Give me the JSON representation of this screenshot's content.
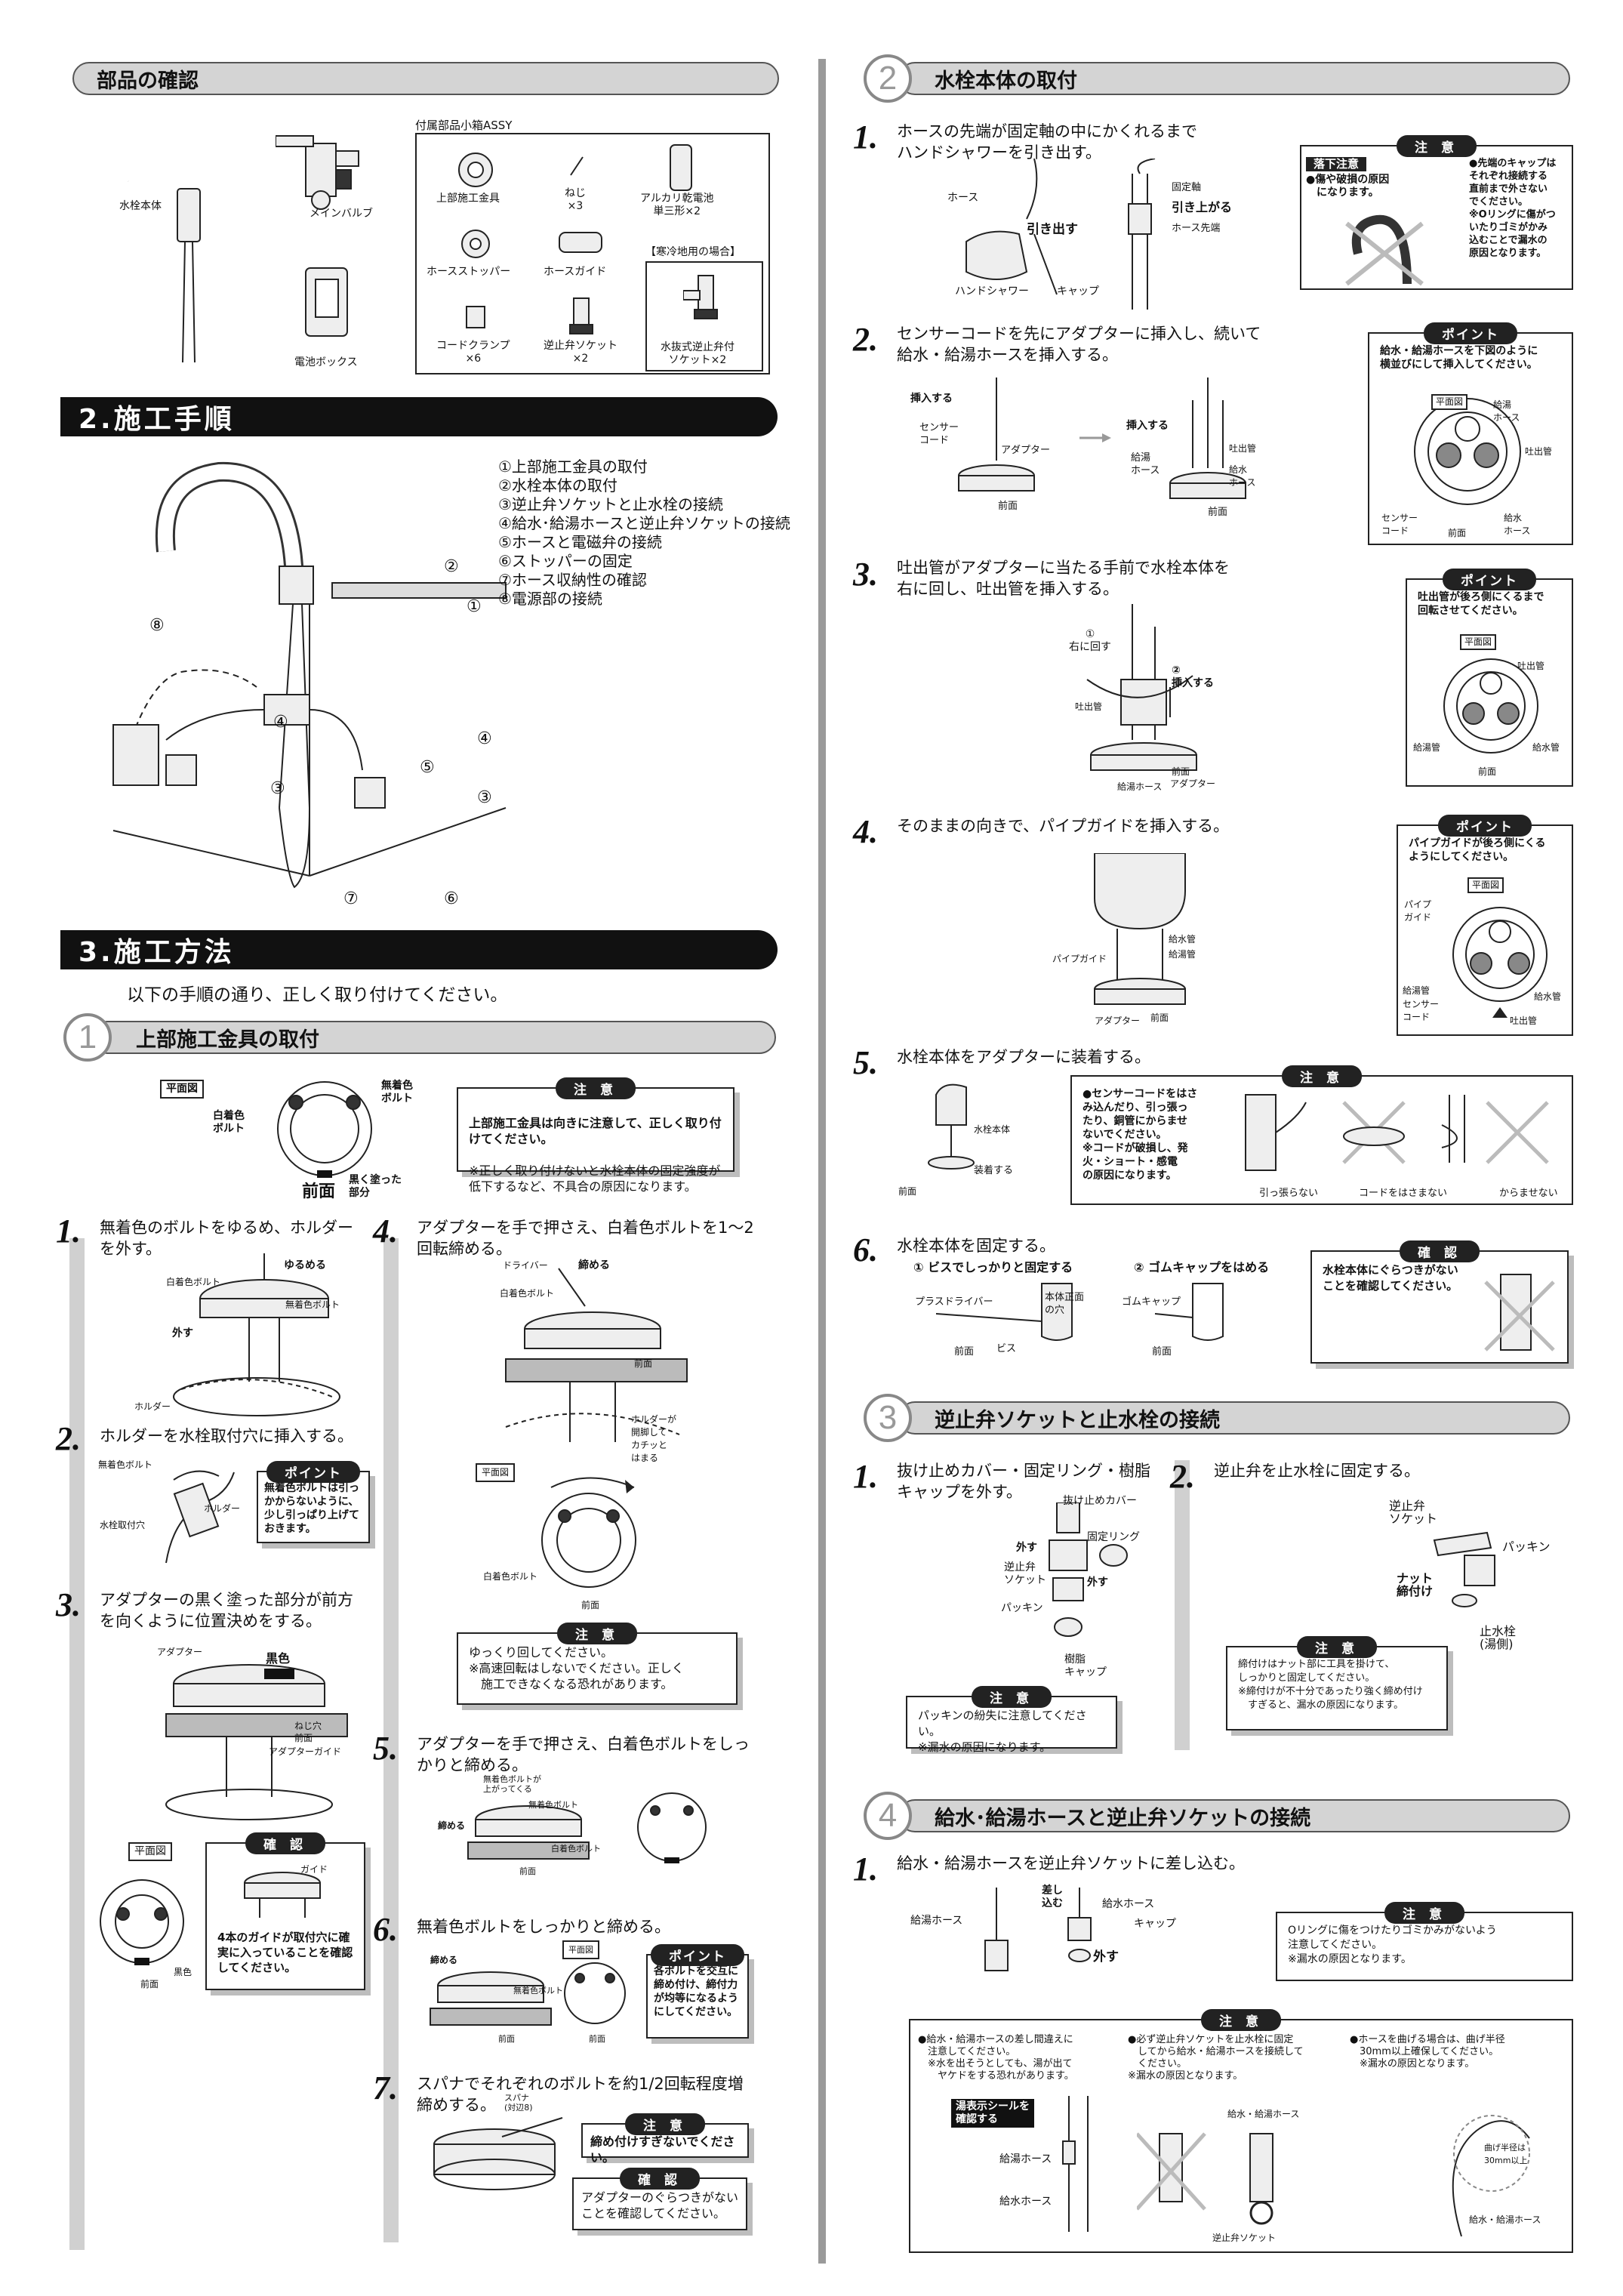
{
  "left": {
    "parts_header": "部品の確認",
    "parts": {
      "faucet_body": "水栓本体",
      "main_valve": "メインバルブ",
      "battery_box": "電池ボックス",
      "assy_title": "付属部品小箱ASSY",
      "upper_bracket": "上部施工金具",
      "screw": "ねじ\n×3",
      "battery": "アルカリ乾電池\n単三形×2",
      "hose_stopper": "ホースストッパー",
      "hose_guide": "ホースガイド",
      "cold_title": "【寒冷地用の場合】",
      "cord_clamp": "コードクランプ\n×6",
      "check_valve_socket": "逆止弁ソケット\n×2",
      "drain_socket": "水抜式逆止弁付\nソケット×2"
    },
    "procedure_header": "2.施工手順",
    "procedure_list": [
      "①上部施工金具の取付",
      "②水栓本体の取付",
      "③逆止弁ソケットと止水栓の接続",
      "④給水･給湯ホースと逆止弁ソケットの接続",
      "⑤ホースと電磁弁の接続",
      "⑥ストッパーの固定",
      "⑦ホース収納性の確認",
      "⑧電源部の接続"
    ],
    "diagram_callouts": [
      "①",
      "②",
      "③",
      "④",
      "⑤",
      "⑥",
      "⑦",
      "⑧",
      "④",
      "③"
    ],
    "method_header": "3.施工方法",
    "method_intro": "以下の手順の通り、正しく取り付けてください。",
    "s1": {
      "num": "1",
      "title": "上部施工金具の取付",
      "plan_label": "平面図",
      "white_bolt": "白着色\nボルト",
      "plain_bolt": "無着色\nボルト",
      "black_part": "黒く塗った\n部分",
      "front": "前面",
      "caution_tab": "注 意",
      "caution_main": "上部施工金具は向きに注意して、正しく取り付けてください。",
      "caution_sub": "※正しく取り付けないと水栓本体の固定強度が低下するなど、不具合の原因になります。",
      "steps": [
        {
          "no": "1.",
          "text": "無着色のボルトをゆるめ、ホルダー\nを外す。"
        },
        {
          "no": "2.",
          "text": "ホルダーを水栓取付穴に挿入する。"
        },
        {
          "no": "3.",
          "text": "アダプターの黒く塗った部分が前方\nを向くように位置決めをする。"
        },
        {
          "no": "4.",
          "text": "アダプターを手で押さえ、白着色ボルトを1～2\n回転締める。"
        },
        {
          "no": "5.",
          "text": "アダプターを手で押さえ、白着色ボルトをしっ\nかりと締める。"
        },
        {
          "no": "6.",
          "text": "無着色ボルトをしっかりと締める。"
        },
        {
          "no": "7.",
          "text": "スパナでそれぞれのボルトを約1/2回転程度増\n締めする。"
        }
      ],
      "labels": {
        "loosen": "ゆるめる",
        "white_bolt_small": "白着色ボルト",
        "plain_bolt_small": "無着色ボルト",
        "remove": "外す",
        "holder": "ホルダー",
        "faucet_hole": "水栓取付穴",
        "adapter": "アダプター",
        "black": "黒色",
        "screw_hole": "ねじ穴",
        "front": "前面",
        "adapter_guide": "アダプターガイド",
        "driver": "ドライバー",
        "tighten": "締める",
        "holder_click": "ホルダーが\n開脚して\nカチッと\nはまる",
        "plan": "平面図",
        "plain_bolt_up": "無着色ボルトが\n上がってくる",
        "spanner": "スパナ\n(対辺8)"
      },
      "point2_tab": "ポイント",
      "point2": "無着色ボルトは引っかからないように、少し引っぱり上げておきます。",
      "confirm3_tab": "確 認",
      "confirm3_guide": "ガイド",
      "confirm3": "4本のガイドが取付穴に確実に入っていることを確認してください。",
      "plan3": "平面図",
      "black3": "黒色",
      "front3": "前面",
      "caution4_tab": "注 意",
      "caution4": "ゆっくり回してください。\n※高速回転はしないでください。正しく\n　施工できなくなる恐れがあります。",
      "point6_tab": "ポイント",
      "point6": "各ボルトを交互に締め付け、締付力が均等になるようにしてください。",
      "caution7_tab": "注 意",
      "caution7": "締め付けすぎないでください。",
      "confirm7_tab": "確 認",
      "confirm7": "アダプターのぐらつきがないことを確認してください。"
    }
  },
  "right": {
    "s2": {
      "num": "2",
      "title": "水栓本体の取付",
      "steps": [
        {
          "no": "1.",
          "text": "ホースの先端が固定軸の中にかくれるまで\nハンドシャワーを引き出す。"
        },
        {
          "no": "2.",
          "text": "センサーコードを先にアダプターに挿入し、続いて\n給水・給湯ホースを挿入する。"
        },
        {
          "no": "3.",
          "text": "吐出管がアダプターに当たる手前で水栓本体を\n右に回し、吐出管を挿入する。"
        },
        {
          "no": "4.",
          "text": "そのままの向きで、パイプガイドを挿入する。"
        },
        {
          "no": "5.",
          "text": "水栓本体をアダプターに装着する。"
        },
        {
          "no": "6.",
          "text": "水栓本体を固定する。"
        }
      ],
      "l1": {
        "hose": "ホース",
        "pull": "引き出す",
        "shower": "ハンドシャワー",
        "cap": "キャップ",
        "axis": "固定軸",
        "up": "引き上がる",
        "tip": "ホース先端"
      },
      "c1_tab": "注 意",
      "c1_drop": "落下注意",
      "c1_left": "●傷や破損の原因\n　になります。",
      "c1_right": "●先端のキャップは\nそれぞれ接続する\n直前まで外さない\nでください。\n※Oリングに傷がつ\nいたりゴミがかみ\n込むことで漏水の\n原因となります。",
      "l2": {
        "insert": "挿入する",
        "sensor": "センサー\nコード",
        "adapter": "アダプター",
        "front": "前面",
        "hot": "給湯\nホース",
        "cold": "給水\nホース",
        "spout": "吐出管"
      },
      "p2_tab": "ポイント",
      "p2": "給水・給湯ホースを下図のように\n横並びにして挿入してください。",
      "p2_plan": "平面図",
      "p2_labels": {
        "hot": "給湯\nホース",
        "spout": "吐出管",
        "sensor": "センサー\nコード",
        "front": "前面",
        "cold": "給水\nホース"
      },
      "l3": {
        "c1": "①\n右に回す",
        "c2": "②\n挿入する",
        "spout": "吐出管",
        "front": "前面",
        "hose": "給湯ホース",
        "adapter": "アダプター"
      },
      "p3_tab": "ポイント",
      "p3": "吐出管が後ろ側にくるまで\n回転させてください。",
      "p3_plan": "平面図",
      "p3_labels": {
        "spout": "吐出管",
        "hot": "給湯管",
        "cold": "給水管",
        "front": "前面"
      },
      "l4": {
        "guide": "パイプガイド",
        "cold": "給水管",
        "hot": "給湯管",
        "adapter": "アダプター",
        "front": "前面"
      },
      "p4_tab": "ポイント",
      "p4": "パイプガイドが後ろ側にくる\nようにしてください。",
      "p4_plan": "平面図",
      "p4_labels": {
        "guide": "パイプ\nガイド",
        "hot": "給湯管",
        "sensor": "センサー\nコード",
        "cold": "給水管",
        "spout": "吐出管"
      },
      "l5": {
        "body": "水栓本体",
        "attach": "装着する",
        "front": "前面"
      },
      "c5_tab": "注 意",
      "c5": "●センサーコードをはさ\nみ込んだり、引っ張っ\nたり、銅管にからませ\nないでください。\n※コードが破損し、発\n火・ショート・感電\nの原因になります。",
      "c5_labels": [
        "引っ張らない",
        "コードをはさまない",
        "からませない"
      ],
      "l6": {
        "a": "① ビスでしっかりと固定する",
        "b": "② ゴムキャップをはめる",
        "driver": "プラスドライバー",
        "hole": "本体正面\nの穴",
        "front": "前面",
        "screw": "ビス",
        "cap": "ゴムキャップ",
        "front2": "前面"
      },
      "k6_tab": "確 認",
      "k6": "水栓本体にぐらつきがない\nことを確認してください。"
    },
    "s3": {
      "num": "3",
      "title": "逆止弁ソケットと止水栓の接続",
      "steps": [
        {
          "no": "1.",
          "text": "抜け止めカバー・固定リング・樹脂\nキャップを外す。"
        },
        {
          "no": "2.",
          "text": "逆止弁を止水栓に固定する。"
        }
      ],
      "l1": {
        "cover": "抜け止めカバー",
        "ring": "固定リング",
        "remove": "外す",
        "socket": "逆止弁\nソケット",
        "remove2": "外す",
        "packing": "パッキン",
        "cap": "樹脂\nキャップ"
      },
      "c1_tab": "注 意",
      "c1": "パッキンの紛失に注意してください。\n※漏水の原因になります。",
      "l2": {
        "socket": "逆止弁\nソケット",
        "packing": "パッキン",
        "nut": "ナット\n締付け",
        "stop": "止水栓\n(湯側)"
      },
      "c2_tab": "注 意",
      "c2": "締付けはナット部に工具を掛けて、\nしっかりと固定してください。\n※締付けが不十分であったり強く締め付け\n　すぎると、漏水の原因になります。"
    },
    "s4": {
      "num": "4",
      "title": "給水･給湯ホースと逆止弁ソケットの接続",
      "steps": [
        {
          "no": "1.",
          "text": "給水・給湯ホースを逆止弁ソケットに差し込む。"
        }
      ],
      "l1": {
        "hot": "給湯ホース",
        "insert": "差し\n込む",
        "cold": "給水ホース",
        "cap": "キャップ",
        "remove": "外す"
      },
      "c1_tab": "注 意",
      "c1": "Oリングに傷をつけたりゴミかみがないよう\n注意してください。\n※漏水の原因となります。",
      "c2_tab": "注 意",
      "c2a": "●給水・給湯ホースの差し間違えに\n　注意してください。\n　※水を出そうとしても、湯が出て\n　　ヤケドをする恐れがあります。",
      "c2a_seal": "湯表示シールを\n確認する",
      "c2a_hot": "給湯ホース",
      "c2a_cold": "給水ホース",
      "c2b": "●必ず逆止弁ソケットを止水栓に固定\n　してから給水・給湯ホースを接続して\n　ください。\n※漏水の原因となります。",
      "c2b_hose": "給水・給湯ホース",
      "c2b_socket": "逆止弁ソケット",
      "c2c": "●ホースを曲げる場合は、曲げ半径\n　30mm以上確保してください。\n　※漏水の原因となります。",
      "c2c_radius": "曲げ半径は\n30mm以上",
      "c2c_hose": "給水・給湯ホース"
    }
  }
}
